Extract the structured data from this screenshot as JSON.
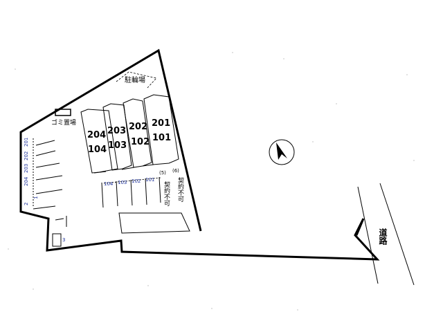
{
  "labels": {
    "bicycle_parking": "駐輪場",
    "garbage_area": "ゴミ置場",
    "road": "道路"
  },
  "units": [
    {
      "upper": "204",
      "lower": "104"
    },
    {
      "upper": "203",
      "lower": "103"
    },
    {
      "upper": "202",
      "lower": "102"
    },
    {
      "upper": "201",
      "lower": "101"
    }
  ],
  "parking_unit_labels": [
    "104",
    "103",
    "102",
    "101"
  ],
  "parking_unavailable": [
    {
      "number": "(5)",
      "note": "契約不可"
    },
    {
      "number": "(6)",
      "note": "契約不可"
    }
  ],
  "left_parking_labels": [
    "201",
    "202",
    "203",
    "204"
  ],
  "left_space_numbers": [
    "2",
    "1",
    "3"
  ],
  "colors": {
    "ink": "#000000",
    "blue": "#1a2f9a",
    "background": "#ffffff"
  },
  "north_arrow_icon": "compass-north-icon"
}
